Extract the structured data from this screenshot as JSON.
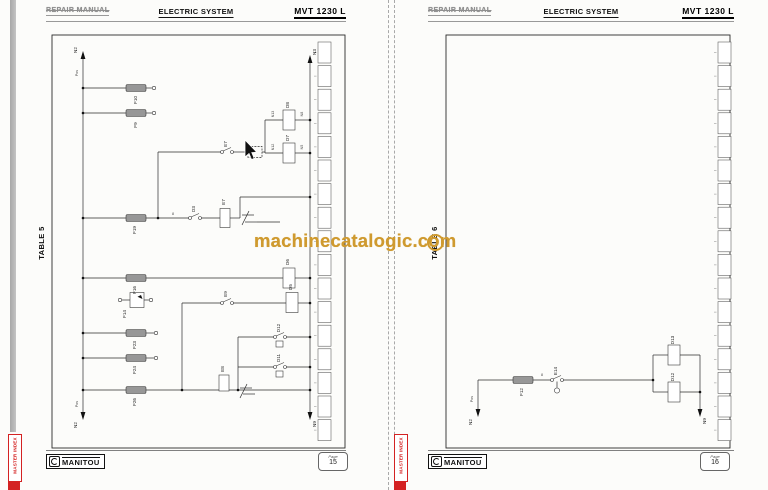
{
  "watermark": {
    "text": "machinecatalogic.com",
    "color": "#cf9a2f"
  },
  "page1": {
    "header": {
      "manual": "REPAIR MANUAL",
      "system": "ELECTRIC SYSTEM",
      "model": "MVT 1230 L"
    },
    "side_label": "TABLE 5",
    "master_index": "MASTER INDEX",
    "footer": {
      "brand": "MANITOU",
      "page_word": "Page",
      "page_number": "15"
    },
    "labels": {
      "bus_top": "N2",
      "bus_top_sub": "Pos",
      "bus_bottom": "N2",
      "bus_bottom_sub": "Pos",
      "right_top": "N3",
      "right_bottom": "N9",
      "f10": "F10",
      "f9": "F9",
      "d8": "D8",
      "d7": "D7",
      "n13": "N13",
      "n8": "N8",
      "n12": "N12",
      "n5": "N5",
      "e7_switch": "E7",
      "f19": "F19",
      "wire8": "8",
      "d3": "D3",
      "e7_coil": "E7",
      "f16": "F16",
      "d6": "D6",
      "f14": "F14",
      "f23": "F23",
      "f24": "F24",
      "e9": "E9",
      "d5": "D5",
      "d12": "D12",
      "d11": "D11",
      "e8": "E8",
      "f26": "F26"
    }
  },
  "page2": {
    "header": {
      "manual": "REPAIR MANUAL",
      "system": "ELECTRIC SYSTEM",
      "model": "MVT 1230 L"
    },
    "side_label": "TABLE 6",
    "master_index": "MASTER INDEX",
    "footer": {
      "brand": "MANITOU",
      "page_word": "Page",
      "page_number": "16"
    },
    "labels": {
      "bus_bottom": "N2",
      "bus_bottom_sub": "Pos",
      "f12": "F12",
      "wire8": "8",
      "e14": "E14",
      "d13": "D13",
      "d12": "D12",
      "out_bottom": "N9"
    }
  }
}
